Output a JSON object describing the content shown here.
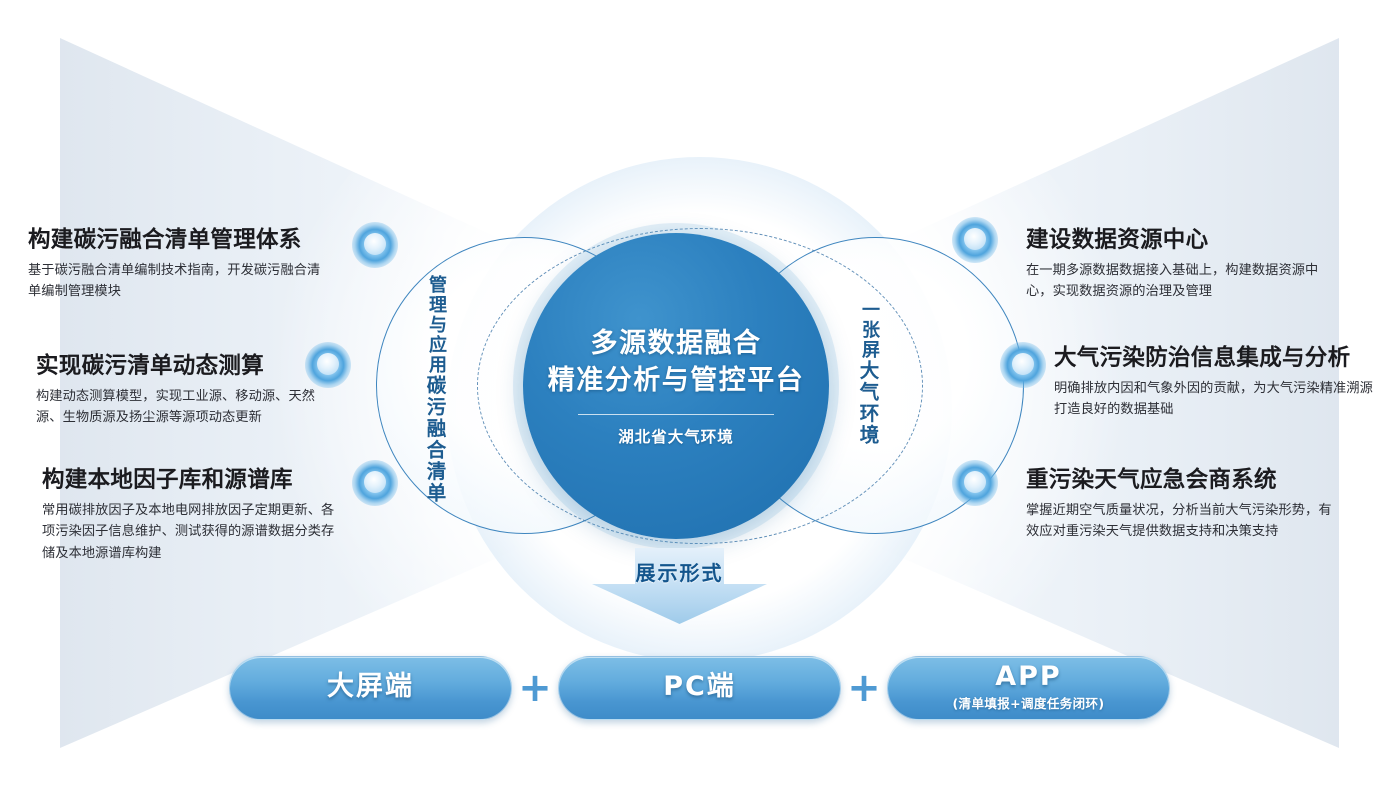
{
  "center": {
    "title_line1": "多源数据融合",
    "title_line2": "精准分析与管控平台",
    "subtitle": "湖北省大气环境"
  },
  "venn_labels": {
    "left_main": "碳污融合清单",
    "left_sub": "管理与应用",
    "right_main": "大气环境",
    "right_sub": "一张屏"
  },
  "left_blocks": [
    {
      "title": "构建碳污融合清单管理体系",
      "desc": "基于碳污融合清单编制技术指南，开发碳污融合清单编制管理模块"
    },
    {
      "title": "实现碳污清单动态测算",
      "desc": "构建动态测算模型，实现工业源、移动源、天然源、生物质源及扬尘源等源项动态更新"
    },
    {
      "title": "构建本地因子库和源谱库",
      "desc": "常用碳排放因子及本地电网排放因子定期更新、各项污染因子信息维护、测试获得的源谱数据分类存储及本地源谱库构建"
    }
  ],
  "right_blocks": [
    {
      "title": "建设数据资源中心",
      "desc": "在一期多源数据数据接入基础上，构建数据资源中心，实现数据资源的治理及管理"
    },
    {
      "title": "大气污染防治信息集成与分析",
      "desc": "明确排放内因和气象外因的贡献，为大气污染精准溯源打造良好的数据基础"
    },
    {
      "title": "重污染天气应急会商系统",
      "desc": "掌握近期空气质量状况，分析当前大气污染形势，有效应对重污染天气提供数据支持和决策支持"
    }
  ],
  "arrow": {
    "label": "展示形式"
  },
  "pills": [
    {
      "title": "大屏端",
      "sub": ""
    },
    {
      "title": "PC端",
      "sub": ""
    },
    {
      "title": "APP",
      "sub": "(清单填报+调度任务闭环)"
    }
  ],
  "plus_symbol": "+",
  "colors": {
    "core_blue": "#2c80bf",
    "pill_blue": "#61abdd",
    "outline_blue": "#3f86bf",
    "label_blue": "#1d5c90",
    "arrow_text": "#13558d",
    "heading_dark": "#1b1b1f"
  }
}
